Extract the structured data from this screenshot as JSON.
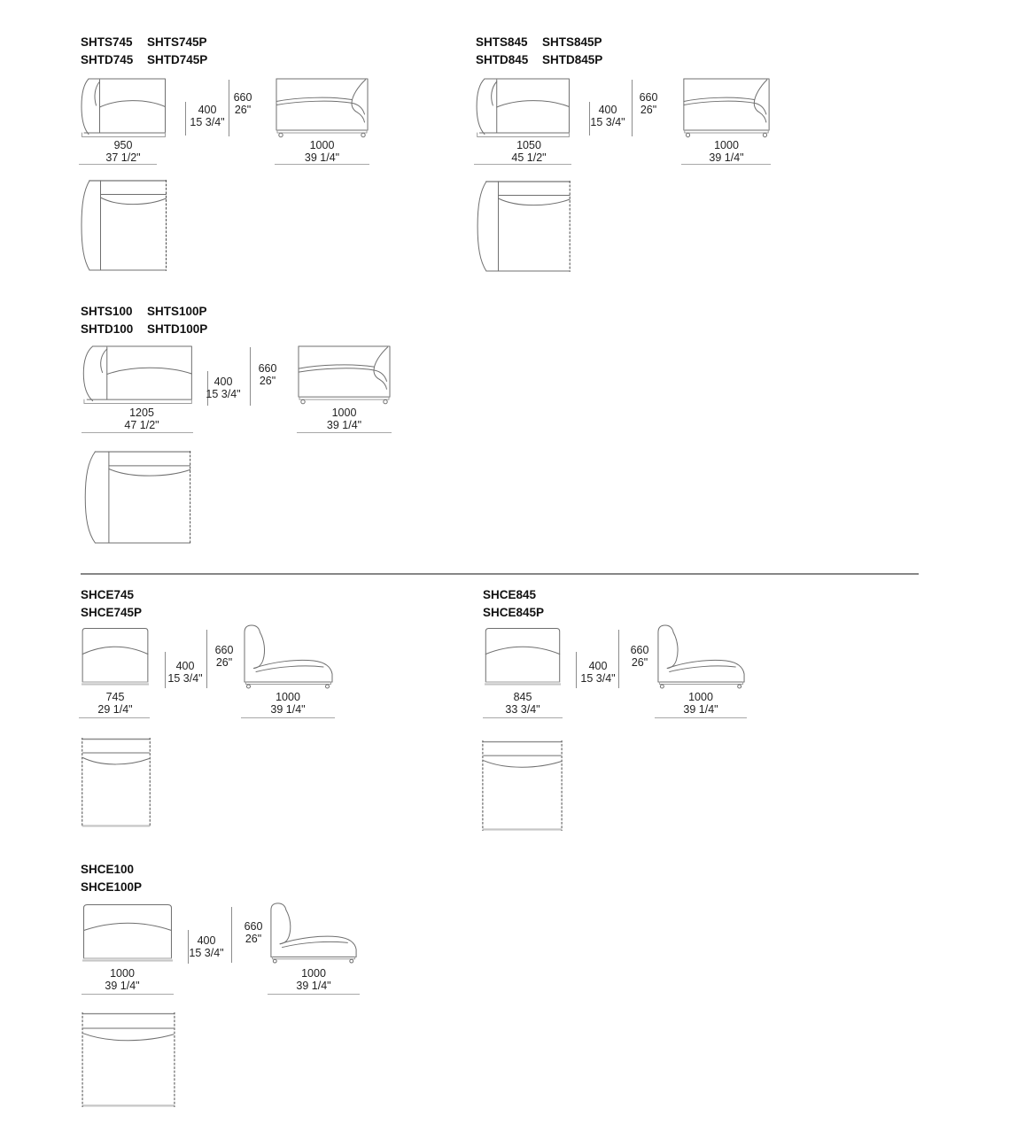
{
  "page": {
    "type": "furniture-technical-specification-sheet",
    "colors": {
      "background": "#ffffff",
      "line_art": "#6f6f6f",
      "dimension_lines": "#a8a8a8",
      "text": "#1a1a1a",
      "section_divider": "#868686"
    },
    "views_shown": [
      "front-elevation",
      "side-elevation",
      "top-plan"
    ]
  },
  "modules": [
    {
      "r1a": "SHTS745",
      "r1b": "SHTS745P",
      "r2a": "SHTD745",
      "r2b": "SHTD745P",
      "front_mm": "950",
      "front_in": "37 1/2\"",
      "seat_mm": "400",
      "seat_in": "15 3/4\"",
      "oh_mm": "660",
      "oh_in": "26\"",
      "side_mm": "1000",
      "side_in": "39 1/4\""
    },
    {
      "r1a": "SHTS845",
      "r1b": "SHTS845P",
      "r2a": "SHTD845",
      "r2b": "SHTD845P",
      "front_mm": "1050",
      "front_in": "45 1/2\"",
      "seat_mm": "400",
      "seat_in": "15 3/4\"",
      "oh_mm": "660",
      "oh_in": "26\"",
      "side_mm": "1000",
      "side_in": "39 1/4\""
    },
    {
      "r1a": "SHTS100",
      "r1b": "SHTS100P",
      "r2a": "SHTD100",
      "r2b": "SHTD100P",
      "front_mm": "1205",
      "front_in": "47 1/2\"",
      "seat_mm": "400",
      "seat_in": "15 3/4\"",
      "oh_mm": "660",
      "oh_in": "26\"",
      "side_mm": "1000",
      "side_in": "39 1/4\""
    },
    {
      "r1a": "SHCE745",
      "r2a": "SHCE745P",
      "front_mm": "745",
      "front_in": "29 1/4\"",
      "seat_mm": "400",
      "seat_in": "15 3/4\"",
      "oh_mm": "660",
      "oh_in": "26\"",
      "side_mm": "1000",
      "side_in": "39 1/4\""
    },
    {
      "r1a": "SHCE845",
      "r2a": "SHCE845P",
      "front_mm": "845",
      "front_in": "33 3/4\"",
      "seat_mm": "400",
      "seat_in": "15 3/4\"",
      "oh_mm": "660",
      "oh_in": "26\"",
      "side_mm": "1000",
      "side_in": "39 1/4\""
    },
    {
      "r1a": "SHCE100",
      "r2a": "SHCE100P",
      "front_mm": "1000",
      "front_in": "39 1/4\"",
      "seat_mm": "400",
      "seat_in": "15 3/4\"",
      "oh_mm": "660",
      "oh_in": "26\"",
      "side_mm": "1000",
      "side_in": "39 1/4\""
    }
  ]
}
